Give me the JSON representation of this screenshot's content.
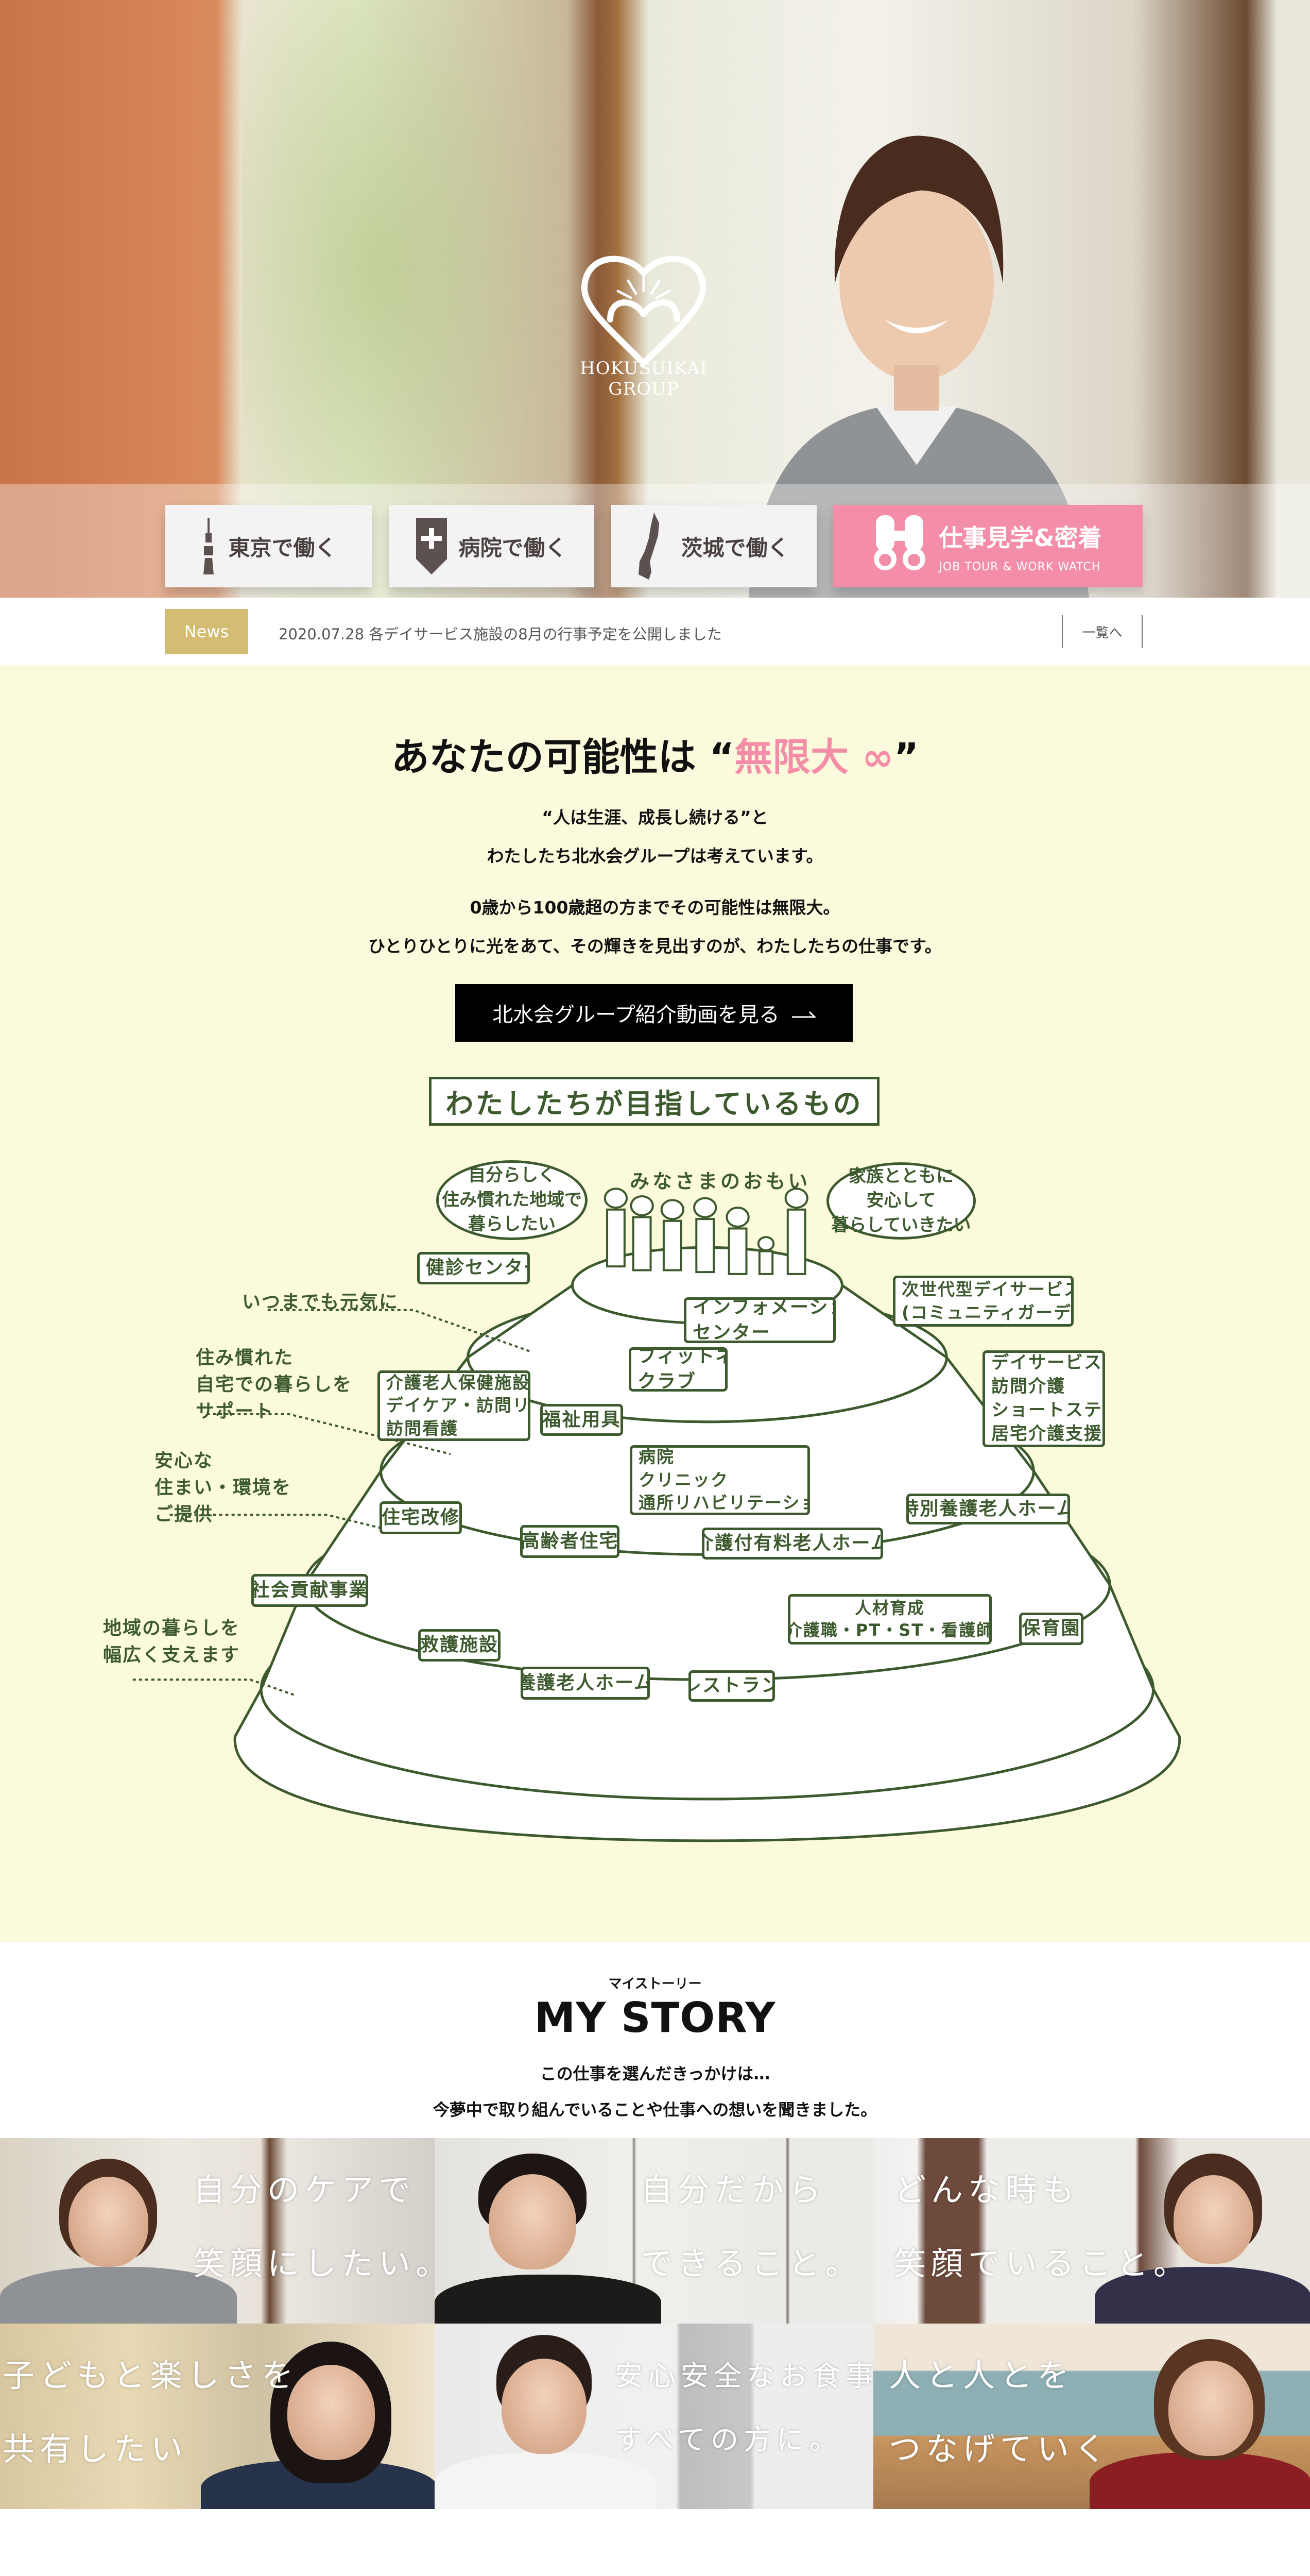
{
  "hero": {
    "logo_text": "HOKUSUIKAI GROUP",
    "nav": [
      {
        "label": "東京で働く",
        "icon": "tokyo-tower-icon"
      },
      {
        "label": "病院で働く",
        "icon": "hospital-cross-icon"
      },
      {
        "label": "茨城で働く",
        "icon": "ibaraki-map-icon"
      },
      {
        "label": "仕事見学&密着",
        "sublabel": "JOB TOUR & WORK WATCH",
        "icon": "binoculars-icon"
      }
    ],
    "accent_color": "#f48ea8"
  },
  "news": {
    "badge": "News",
    "item": "2020.07.28 各デイサービス施設の8月の行事予定を公開しました",
    "list_link": "一覧へ",
    "badge_color": "#d4bc72"
  },
  "concept": {
    "heading_prefix": "あなたの可能性は “",
    "heading_highlight": "無限大 ∞",
    "heading_suffix": "”",
    "lines": [
      "“人は生涯、成長し続ける”と",
      "わたしたち北水会グループは考えています。",
      "0歳から100歳超の方までその可能性は無限大。",
      "ひとりひとりに光をあて、その輝きを見出すのが、わたしたちの仕事です。"
    ],
    "video_button": "北水会グループ紹介動画を見る",
    "section_title": "わたしたちが目指しているもの",
    "background_color": "#fbfadc"
  },
  "diagram": {
    "omoi": "みなさまのおもい",
    "clouds": [
      "自分らしく\n住み慣れた地域で\n暮らしたい",
      "家族とともに\n安心して\n暮らしていきたい"
    ],
    "notes": [
      "いつまでも元気に",
      "住み慣れた\n自宅での暮らしを\nサポート",
      "安心な\n住まい・環境を\nご提供",
      "地域の暮らしを\n幅広く支えます"
    ],
    "labels": [
      "健診センター",
      "インフォメーション\nセンター",
      "フィットネス\nクラブ",
      "次世代型デイサービス\n(コミュニティガーデン)",
      "介護老人保健施設\nデイケア・訪問リハ\n訪問看護",
      "福祉用具",
      "病院\nクリニック\n通所リハビリテーション",
      "デイサービス\n訪問介護\nショートステイ\n居宅介護支援",
      "住宅改修",
      "高齢者住宅",
      "介護付有料老人ホーム",
      "特別養護老人ホーム",
      "社会貢献事業",
      "人材育成\n(介護職・PT・ST・看護師)",
      "保育園",
      "救護施設",
      "養護老人ホーム",
      "レストラン"
    ],
    "line_color": "#3d5a2e"
  },
  "story": {
    "subtitle": "マイストーリー",
    "title": "MY STORY",
    "lines": [
      "この仕事を選んだきっかけは…",
      "今夢中で取り組んでいることや仕事への想いを聞きました。"
    ],
    "cards": [
      {
        "quote": "自分のケアで\n笑顔にしたい。"
      },
      {
        "quote": "自分だから\nできること。"
      },
      {
        "quote": "どんな時も\n笑顔でいること。"
      },
      {
        "quote": "子どもと楽しさを\n共有したい"
      },
      {
        "quote": "安心安全なお食事を\nすべての方に。"
      },
      {
        "quote": "人と人とを\nつなげていく"
      }
    ]
  }
}
